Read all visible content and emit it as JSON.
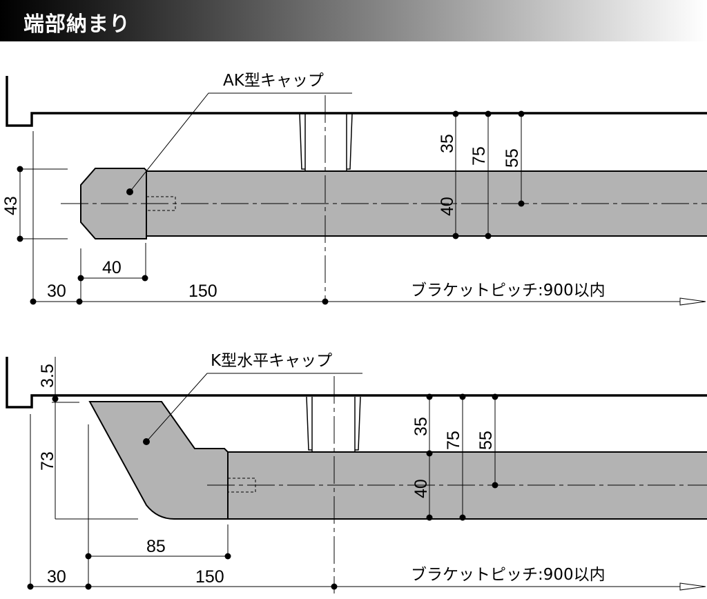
{
  "title": "端部納まり",
  "top": {
    "cap_label": "AK型キャップ",
    "dim_height": "43",
    "dim_cap_length": "40",
    "dim_wall": "30",
    "dim_center": "150",
    "pitch": "ブラケットピッチ:900以内",
    "dim_35": "35",
    "dim_40": "40",
    "dim_75": "75",
    "dim_55": "55"
  },
  "bottom": {
    "cap_label": "K型水平キャップ",
    "dim_gap": "3.5",
    "dim_height": "73",
    "dim_cap_length": "85",
    "dim_wall": "30",
    "dim_center": "150",
    "pitch": "ブラケットピッチ:900以内",
    "dim_35": "35",
    "dim_40": "40",
    "dim_75": "75",
    "dim_55": "55"
  },
  "colors": {
    "rail": "#b3b3b3",
    "line": "#000000"
  }
}
